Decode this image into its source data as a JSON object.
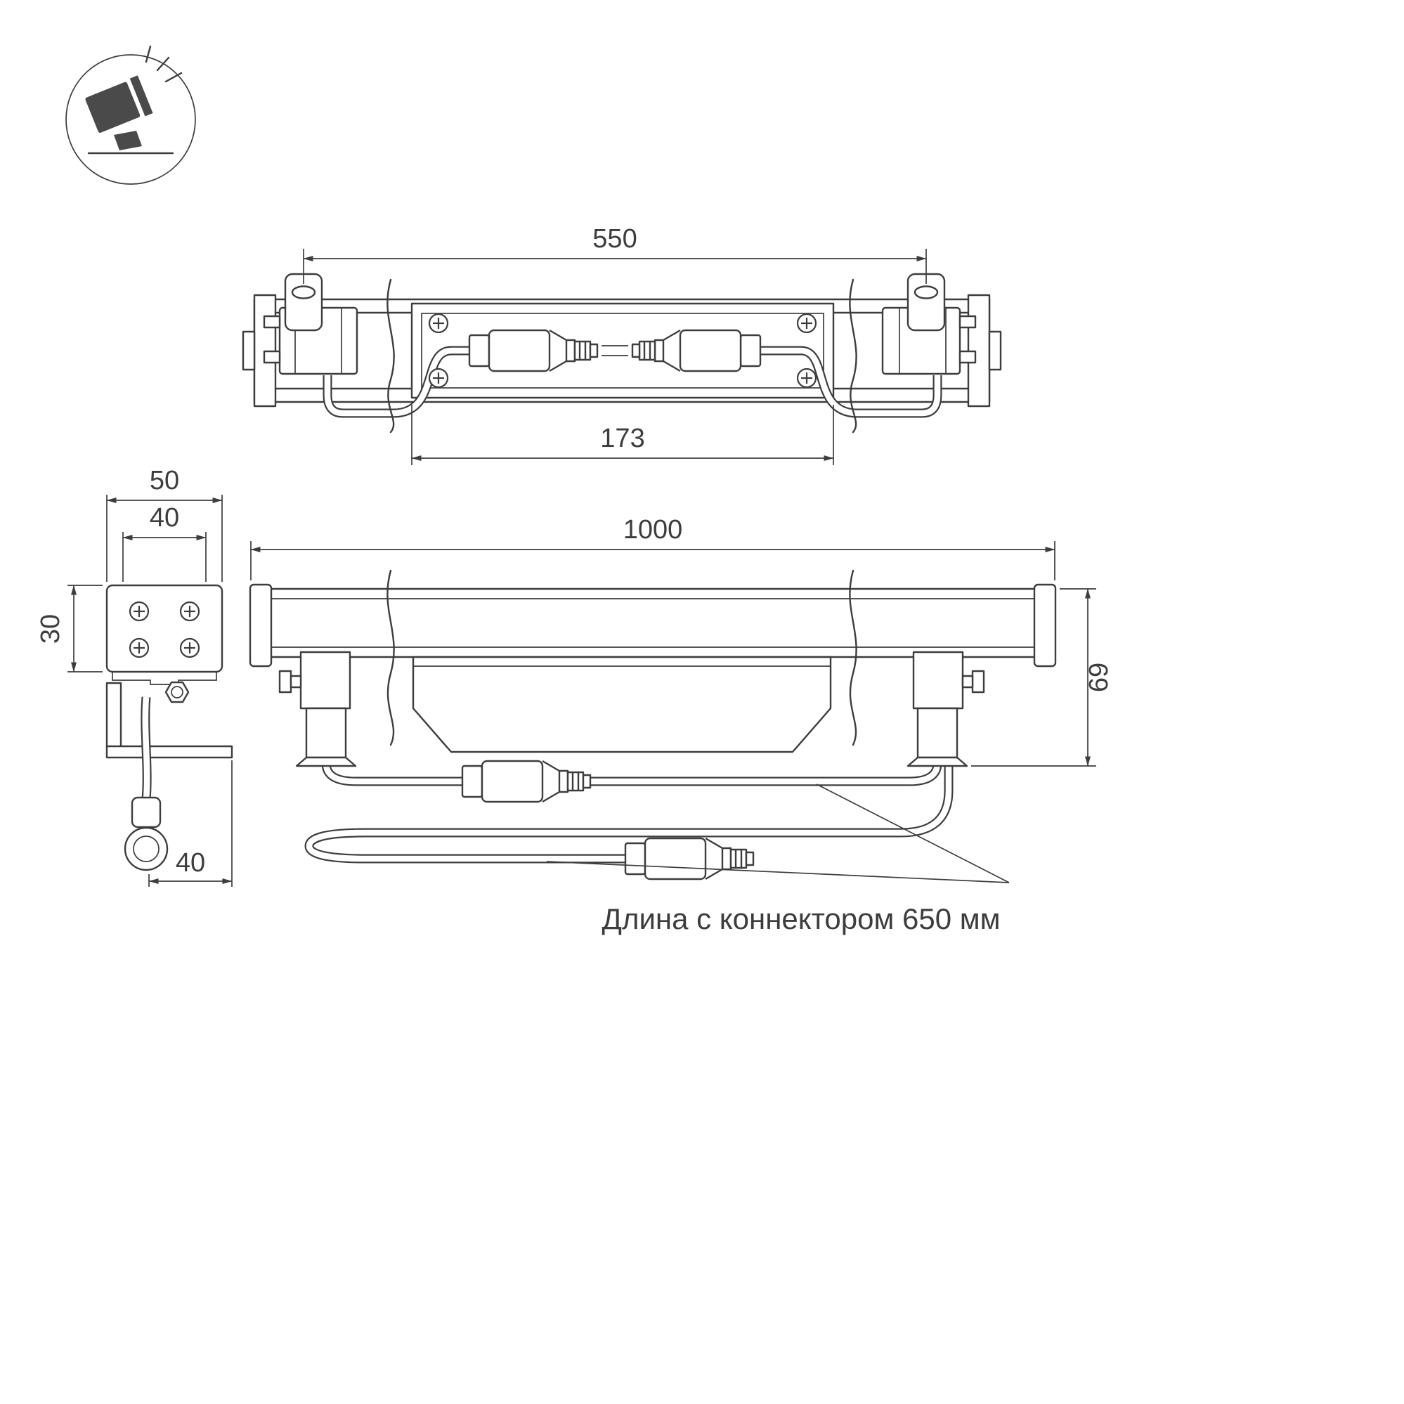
{
  "icon": {
    "name": "floodlight-icon"
  },
  "dims": {
    "top_view_width": "550",
    "top_view_channel": "173",
    "side_outer_width": "50",
    "side_inner_width": "40",
    "side_height": "30",
    "side_bottom_width": "40",
    "front_length": "1000",
    "front_height": "69"
  },
  "annotation": {
    "connector_note": "Длина с коннектором 650 мм"
  },
  "colors": {
    "line": "#3d3d3d",
    "background": "#ffffff"
  }
}
